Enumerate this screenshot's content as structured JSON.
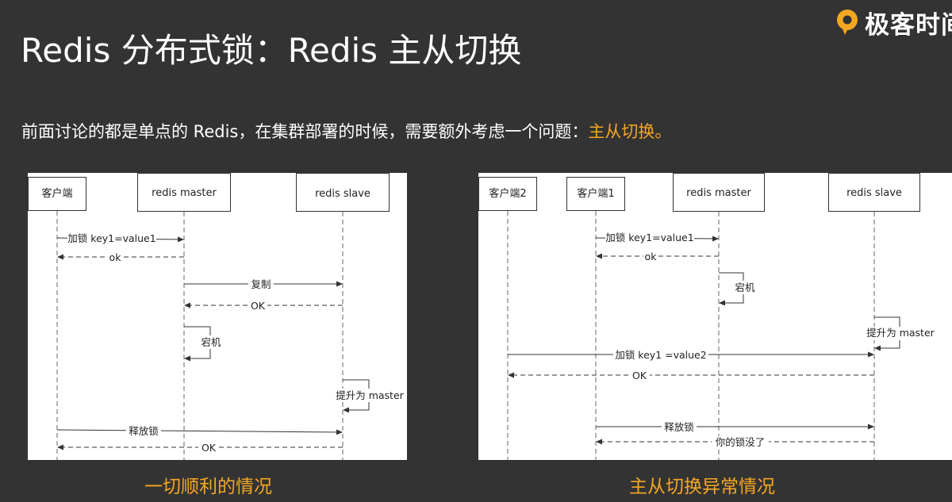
{
  "logo": {
    "text": "极客时间"
  },
  "title": "Redis 分布式锁：Redis 主从切换",
  "intro": {
    "text": "前面讨论的都是单点的 Redis，在集群部署的时候，需要额外考虑一个问题：",
    "highlight": "主从切换。"
  },
  "diagram_left": {
    "participants": [
      "客户端",
      "redis master",
      "redis slave"
    ],
    "messages": {
      "lock": "加锁 key1=value1",
      "ok1": "ok",
      "replicate": "复制",
      "ok2": "OK",
      "crash": "宕机",
      "promote": "提升为 master",
      "release": "释放锁",
      "ok3": "OK"
    },
    "caption": "一切顺利的情况"
  },
  "diagram_right": {
    "participants": [
      "客户端2",
      "客户端1",
      "redis master",
      "redis slave"
    ],
    "messages": {
      "lock1": "加锁 key1=value1",
      "ok1": "ok",
      "crash": "宕机",
      "promote": "提升为 master",
      "lock2": "加锁 key1 =value2",
      "ok2": "OK",
      "release": "释放锁",
      "lost": "你的锁没了"
    },
    "caption": "主从切换异常情况"
  },
  "colors": {
    "background": "#333333",
    "accent": "#f5a623",
    "text": "#ffffff",
    "line": "#333333"
  }
}
